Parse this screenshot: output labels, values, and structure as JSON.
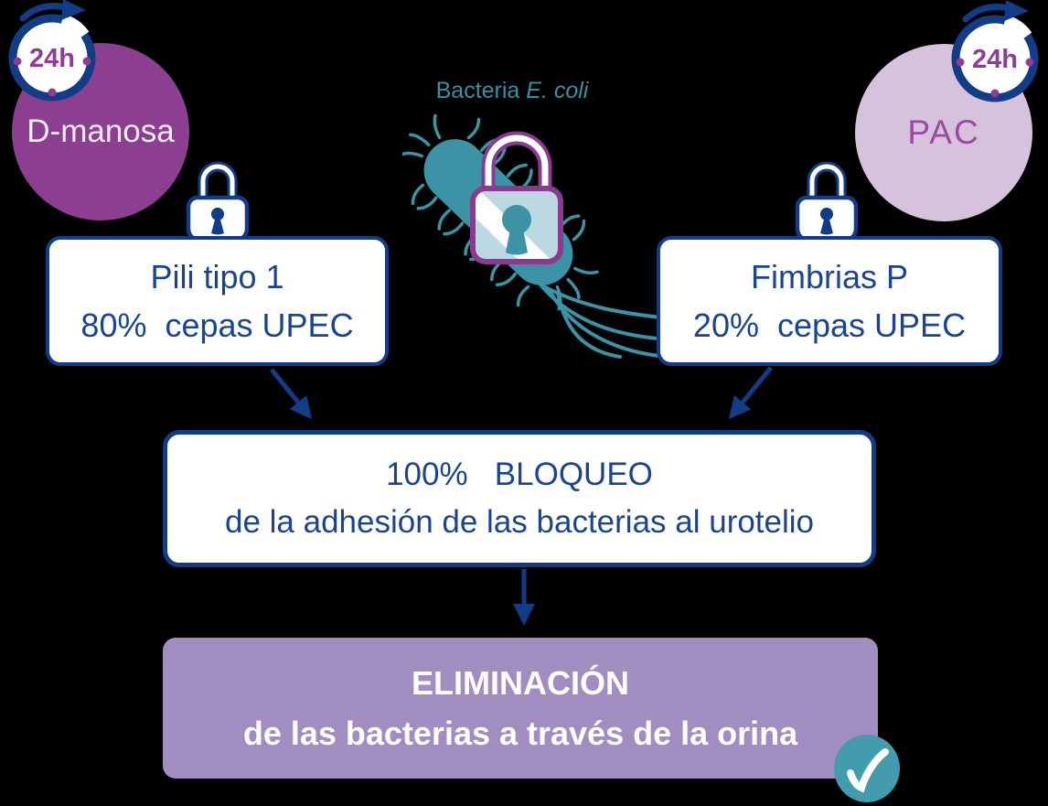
{
  "canvas": {
    "background": "#000000"
  },
  "colors": {
    "navy": "#123c86",
    "text_navy": "#1b4490",
    "dmanosa_purple": "#8c3f90",
    "badge_text_purple": "#8e3d93",
    "pac_fill": "#d7c2dd",
    "pac_text": "#9c4a9f",
    "bacteria_teal": "#3d93a6",
    "check_teal": "#429cae",
    "lock_outline_purple": "#8a3b90",
    "lock_body_blue": "#bcd8e3",
    "elimination_purple": "#a28dc1"
  },
  "left_circle": {
    "label": "D-manosa"
  },
  "right_circle": {
    "label": "PAC"
  },
  "left_badge": {
    "label": "24h"
  },
  "right_badge": {
    "label": "24h"
  },
  "bacteria": {
    "label_prefix": "Bacteria ",
    "label_species": "E. coli"
  },
  "left_box": {
    "line1": "Pili tipo 1",
    "line2": "80%  cepas UPEC"
  },
  "right_box": {
    "line1": "Fimbrias P",
    "line2": "20%  cepas UPEC"
  },
  "center_box": {
    "line1": "100%   BLOQUEO",
    "line2": "de la adhesión de las bacterias al urotelio"
  },
  "bottom_box": {
    "line1": "ELIMINACIÓN",
    "line2": "de las bacterias a través de la orina"
  }
}
